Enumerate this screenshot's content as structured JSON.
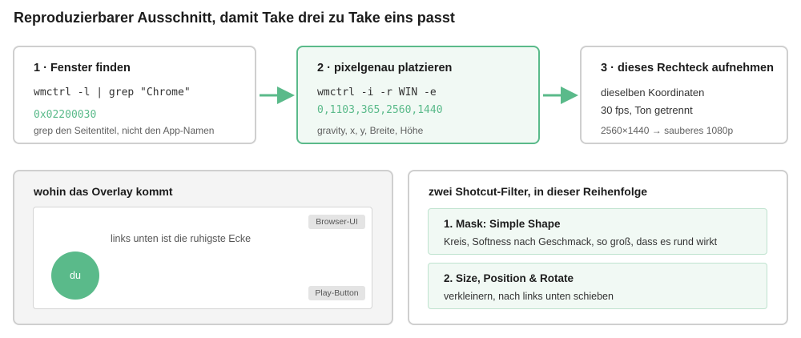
{
  "page": {
    "title": "Reproduzierbarer Ausschnitt, damit Take drei zu Take eins passt"
  },
  "steps": [
    {
      "title": "1 · Fenster finden",
      "command": "wmctrl -l | grep \"Chrome\"",
      "result": "0x02200030",
      "hint": "grep den Seitentitel, nicht den App-Namen"
    },
    {
      "title": "2 · pixelgenau platzieren",
      "command": "wmctrl -i -r WIN -e",
      "result": "0,1103,365,2560,1440",
      "hint": "gravity, x, y, Breite, Höhe"
    },
    {
      "title": "3 · dieses Rechteck aufnehmen",
      "line1": "dieselben Koordinaten",
      "line2": "30 fps, Ton getrennt",
      "hint": "2560×1440 → sauberes 1080p"
    }
  ],
  "overlay": {
    "title": "wohin das Overlay kommt",
    "browser_ui": "Browser-UI",
    "play_button": "Play-Button",
    "note": "links unten ist die ruhigste Ecke",
    "avatar_label": "du"
  },
  "filters": {
    "title": "zwei Shotcut-Filter, in dieser Reihenfolge",
    "items": [
      {
        "name": "1. Mask: Simple Shape",
        "desc": "Kreis, Softness nach Geschmack, so groß, dass es rund wirkt"
      },
      {
        "name": "2. Size, Position & Rotate",
        "desc": "verkleinern, nach links unten schieben"
      }
    ]
  },
  "colors": {
    "accent": "#5aba8a",
    "border": "#cfcfcf",
    "accent_bg": "#f1f9f4"
  }
}
